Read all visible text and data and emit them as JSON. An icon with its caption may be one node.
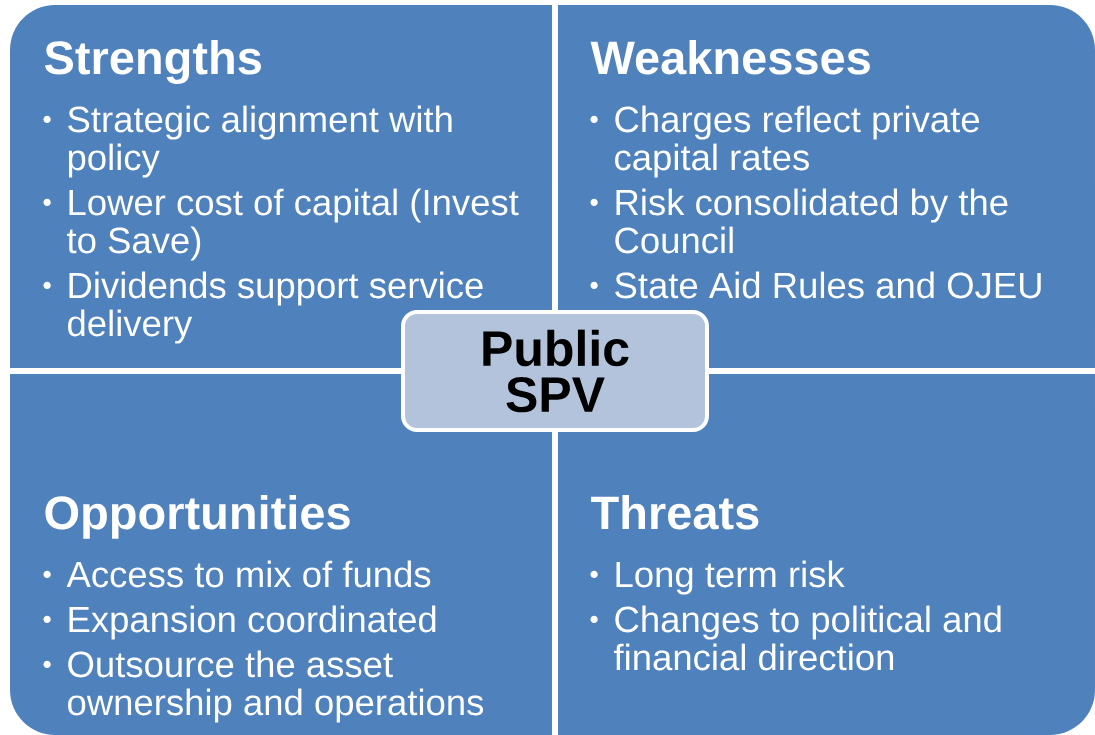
{
  "diagram": {
    "nodes": [
      {
        "text": [
          "Strengths",
          "Strategic alignment with policy",
          "Lower cost of capital (Invest to Save)",
          "Dividends support service delivery"
        ]
      },
      {
        "text": [
          "Weaknesses",
          "Charges reflect private capital rates",
          "Risk consolidated by the Council",
          "State Aid Rules and OJEU"
        ]
      },
      {
        "text": [
          "Opportunities",
          "Access to mix of funds",
          "Expansion coordinated",
          "Outsource the asset ownership and operations"
        ]
      },
      {
        "text": [
          "Threats",
          "Long term risk",
          "Changes to political and financial direction"
        ]
      },
      {
        "text": [
          "Public SPV"
        ]
      }
    ]
  }
}
